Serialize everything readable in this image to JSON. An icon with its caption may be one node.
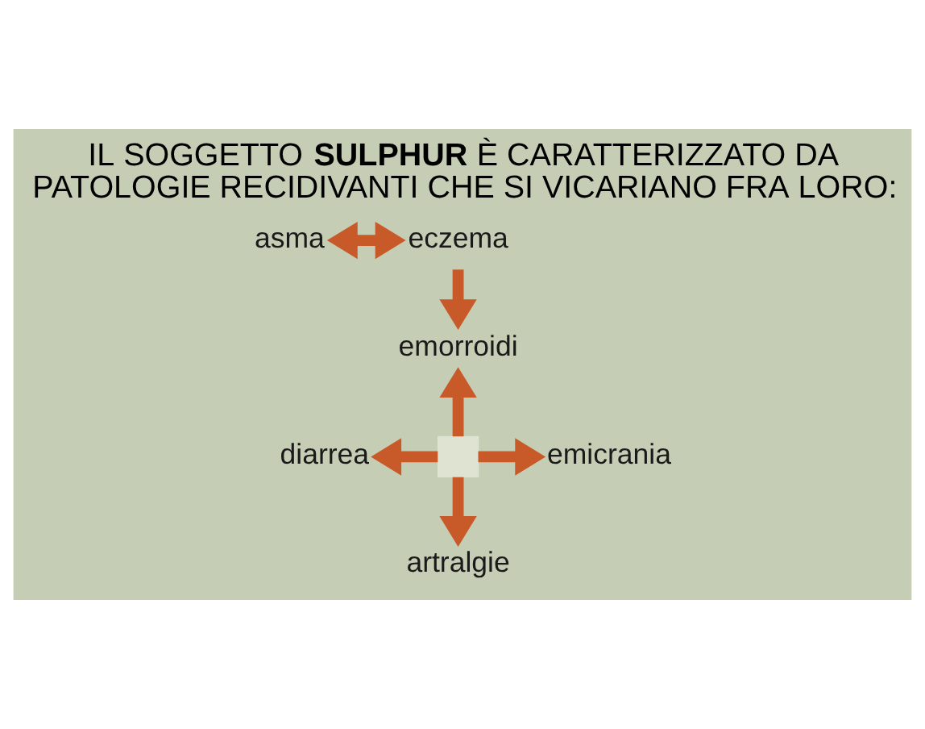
{
  "diagram": {
    "title": "IL SOGGETTO **SULPHUR** È CARATTERIZZATO DA PATOLOGIE RECIDIVANTI CHE SI VICARIANO FRA LORO:",
    "nodes": [
      {
        "text": [
          "asma"
        ]
      },
      {
        "text": [
          "eczema"
        ]
      },
      {
        "text": [
          "emorroidi"
        ]
      },
      {
        "text": [
          "diarrea"
        ]
      },
      {
        "text": [],
        "shape": "box"
      },
      {
        "text": [
          "emicrania"
        ]
      },
      {
        "text": [
          "artralgie"
        ]
      }
    ],
    "edges": [
      {
        "from": 0,
        "to": 1,
        "arrow": "both"
      },
      {
        "from": 1,
        "to": 2,
        "arrow": "to"
      },
      {
        "from": 4,
        "to": 2,
        "arrow": "to"
      },
      {
        "from": 4,
        "to": 3,
        "arrow": "to"
      },
      {
        "from": 4,
        "to": 5,
        "arrow": "to"
      },
      {
        "from": 4,
        "to": 6,
        "arrow": "to"
      }
    ]
  }
}
